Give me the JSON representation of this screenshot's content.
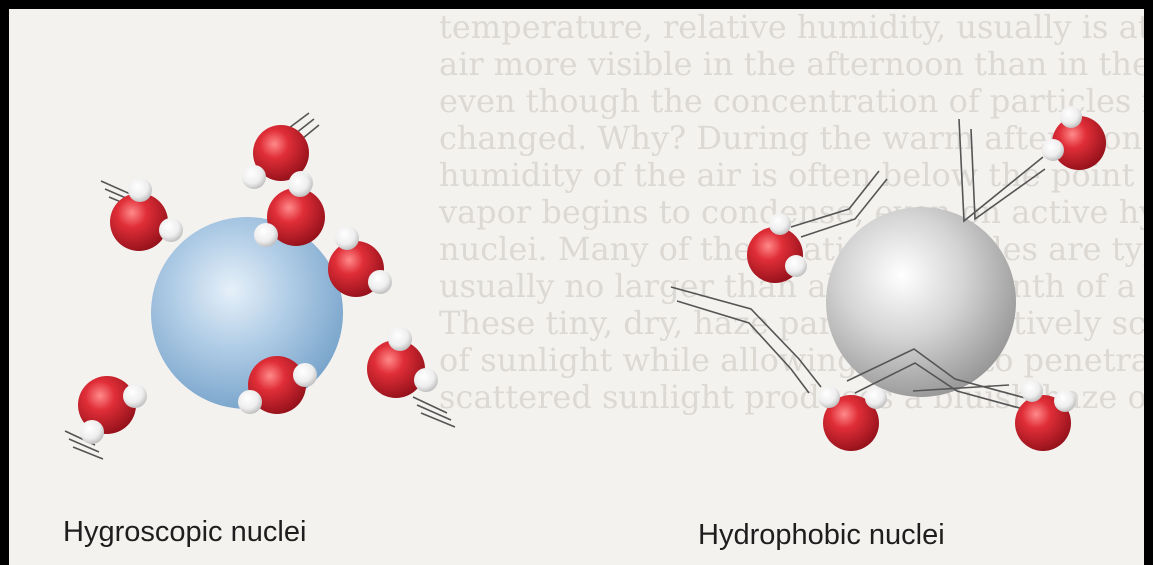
{
  "captions": {
    "left": "Hygroscopic nuclei",
    "right": "Hydrophobic nuclei"
  },
  "bleed_through_lines": [
    "temperature, relative humidity, usually is at its high",
    "air more visible in the afternoon than in the morning,",
    "even though the concentration of particles in the air has not",
    "changed. Why? During the warm afternoon, the relative",
    "humidity of the air is often below the point at which",
    "vapor begins to condense, even on active hygroscopic",
    "nuclei. Many of the floating particles are typically small,",
    "usually no larger than about one-tenth of a micrometer.",
    "These tiny, dry, haze particles selectively scatter some rays",
    "of sunlight while allowing others to penetrate the air. The",
    "scattered sunlight produces a bluish haze of"
  ],
  "colors": {
    "frame": "#000000",
    "paper": "#f4f2ef",
    "hygroscopic_nucleus": "#8fb6d8",
    "hydrophobic_nucleus": "#bcbcbc",
    "oxygen": "#c8202c",
    "hydrogen": "#f2f2f2"
  }
}
